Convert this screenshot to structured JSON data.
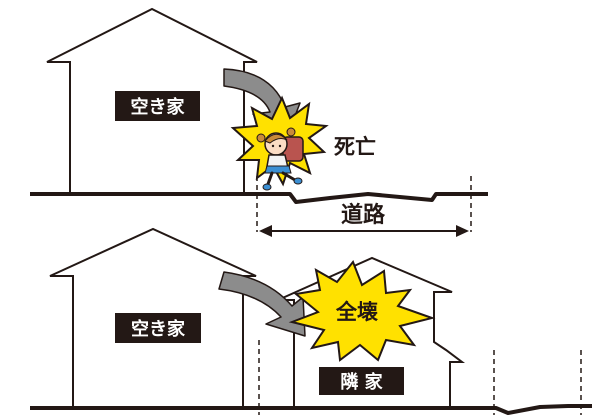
{
  "scene_top": {
    "house_label": "空き家",
    "outcome_label": "死亡",
    "road_label": "道路",
    "icons": [
      "falling-arrow-icon",
      "impact-burst-icon",
      "child-with-backpack-icon"
    ]
  },
  "scene_bottom": {
    "house_label": "空き家",
    "outcome_label": "全壊",
    "neighbor_label": "隣 家",
    "icons": [
      "falling-arrow-icon",
      "impact-burst-icon"
    ]
  },
  "colors": {
    "label_bg": "#231815",
    "label_text": "#ffffff",
    "arrow_fill": "#8c8c8c",
    "burst_fill": "#ffe100",
    "line": "#231815"
  }
}
